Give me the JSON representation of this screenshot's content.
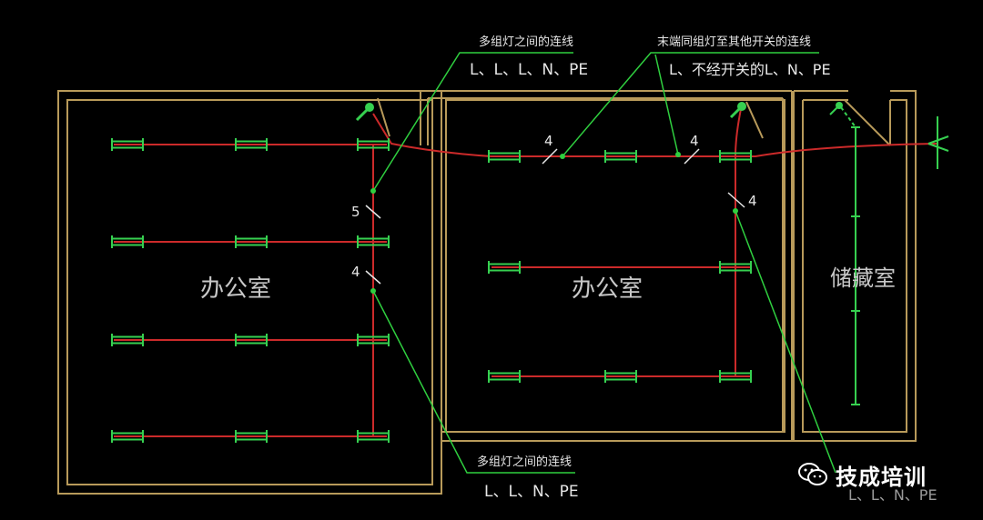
{
  "rooms": [
    {
      "id": "left",
      "label": "办公室"
    },
    {
      "id": "middle",
      "label": "办公室"
    },
    {
      "id": "right",
      "label": "储藏室"
    }
  ],
  "annotations": [
    {
      "id": "top-left",
      "line1": "多组灯之间的连线",
      "line2": "L、L、L、N、PE"
    },
    {
      "id": "top-right",
      "line1": "末端同组灯至其他开关的连线",
      "line2": "L、不经开关的L、N、PE"
    },
    {
      "id": "bottom",
      "line1": "多组灯之间的连线",
      "line2": "L、L、N、PE"
    },
    {
      "id": "bottom-right-faded",
      "line1": "L、L、N、PE"
    }
  ],
  "wire_counts": [
    "4",
    "4",
    "4",
    "5",
    "4"
  ],
  "watermark": {
    "text": "技成培训",
    "icon": "wechat-icon"
  },
  "colors": {
    "background": "#000000",
    "wall": "#b89a5a",
    "wire": "#cc2a2a",
    "fixture": "#36d050",
    "leader": "#2fcf3f",
    "text": "#e6e6e6",
    "room_label": "#c8c8c8"
  }
}
